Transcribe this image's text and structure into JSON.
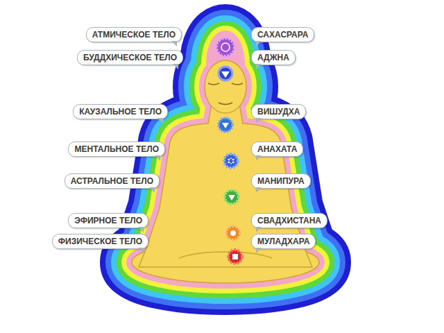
{
  "diagram": {
    "nodes": [
      {
        "text": [
          "АТМИЧЕСКОЕ ТЕЛО"
        ]
      },
      {
        "text": [
          "САХАСРАРА"
        ]
      },
      {
        "text": [
          "БУДДХИЧЕСКОЕ ТЕЛО"
        ]
      },
      {
        "text": [
          "АДЖНА"
        ]
      },
      {
        "text": [
          "КАУЗАЛЬНОЕ ТЕЛО"
        ]
      },
      {
        "text": [
          "ВИШУДХА"
        ]
      },
      {
        "text": [
          "МЕНТАЛЬНОЕ ТЕЛО"
        ]
      },
      {
        "text": [
          "АНАХАТА"
        ]
      },
      {
        "text": [
          "АСТРАЛЬНОЕ ТЕЛО"
        ]
      },
      {
        "text": [
          "МАНИПУРА"
        ]
      },
      {
        "text": [
          "ЭФИРНОЕ ТЕЛО"
        ]
      },
      {
        "text": [
          "СВАДХИСТАНА"
        ]
      },
      {
        "text": [
          "ФИЗИЧЕСКОЕ ТЕЛО"
        ]
      },
      {
        "text": [
          "МУЛАДХАРА"
        ]
      }
    ]
  }
}
